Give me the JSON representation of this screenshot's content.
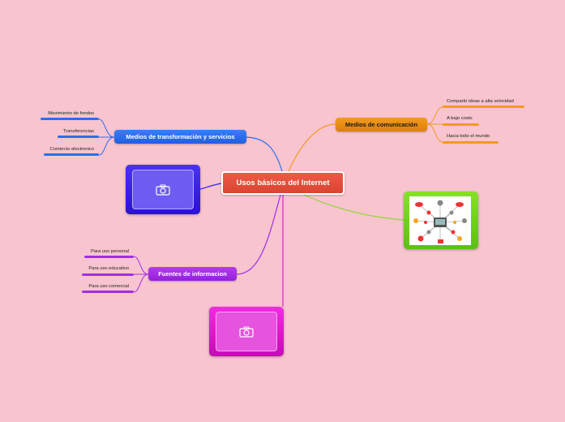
{
  "central": {
    "label": "Usos básicos del Internet"
  },
  "topics": {
    "transformacion": {
      "label": "Medios de transformación y servicios",
      "color": "#2a6ef0",
      "items": [
        "Movimiento de fondos",
        "Transferencias",
        "Comercio electronico"
      ]
    },
    "comunicacion": {
      "label": "Medios de comunicación",
      "color": "#ec8a14",
      "items": [
        "Compartir ideas a alta velocidad",
        "A bajo costo",
        "Hacia todo el mundo"
      ]
    },
    "fuentes": {
      "label": "Fuentes de informacion",
      "color": "#a22ee6",
      "items": [
        "Para uso personal",
        "Para uso educativo",
        "Para uso comercial"
      ]
    }
  },
  "image_nodes": {
    "blue": {
      "icon": "camera-icon",
      "color": "#3a1ff0"
    },
    "magenta": {
      "icon": "camera-icon",
      "color": "#de1ccc"
    },
    "green": {
      "icon": "network-diagram-image",
      "color": "#6fcf1c"
    }
  },
  "link_colors": {
    "transformacion": "#2a6ef0",
    "comunicacion": "#f39a1f",
    "fuentes": "#a22ee6",
    "green": "#8fd832",
    "magenta": "#e21cd0"
  }
}
